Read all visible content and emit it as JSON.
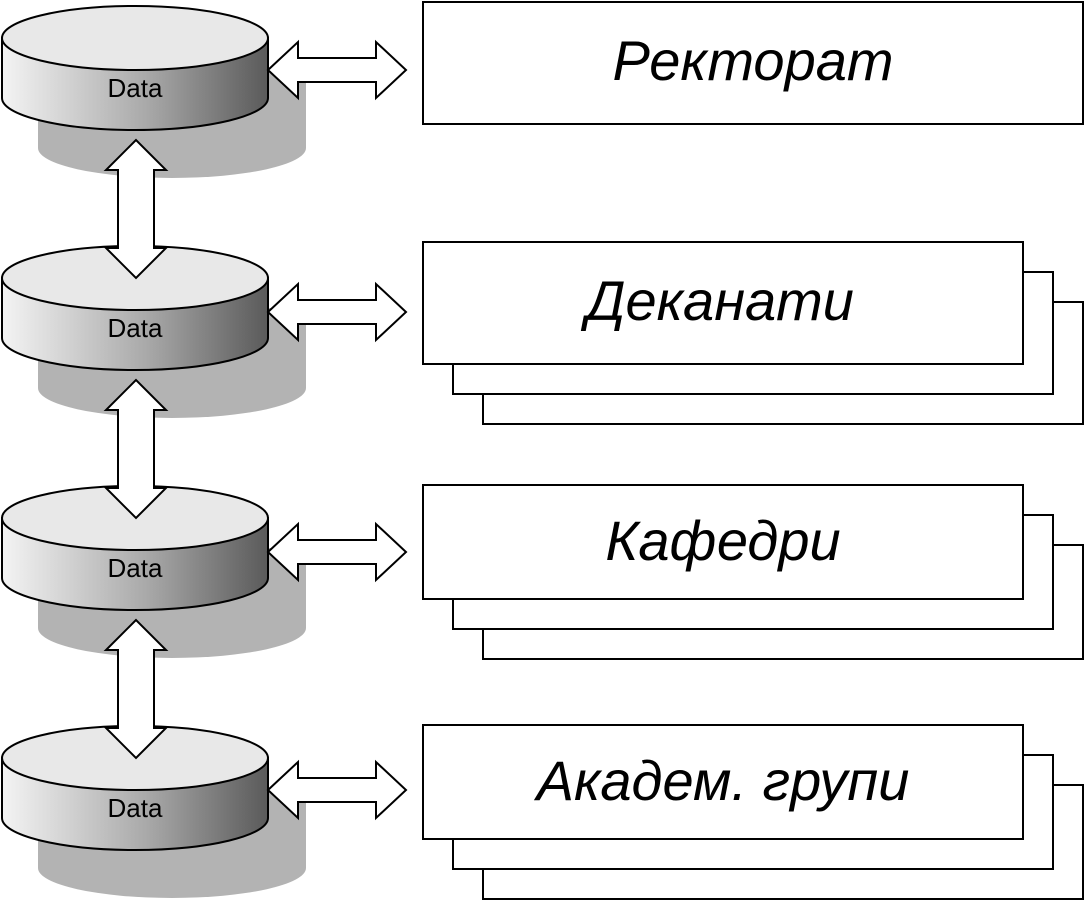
{
  "databases": [
    {
      "label": "Data"
    },
    {
      "label": "Data"
    },
    {
      "label": "Data"
    },
    {
      "label": "Data"
    }
  ],
  "boxes": [
    {
      "label": "Ректорат",
      "stacked": false
    },
    {
      "label": "Деканати",
      "stacked": true
    },
    {
      "label": "Кафедри",
      "stacked": true
    },
    {
      "label": "Академ. групи",
      "stacked": true
    }
  ],
  "colors": {
    "cylinder_light": "#f2f2f2",
    "cylinder_dark": "#606060",
    "shadow": "#b3b3b3",
    "stroke": "#000000",
    "fill": "#ffffff"
  }
}
